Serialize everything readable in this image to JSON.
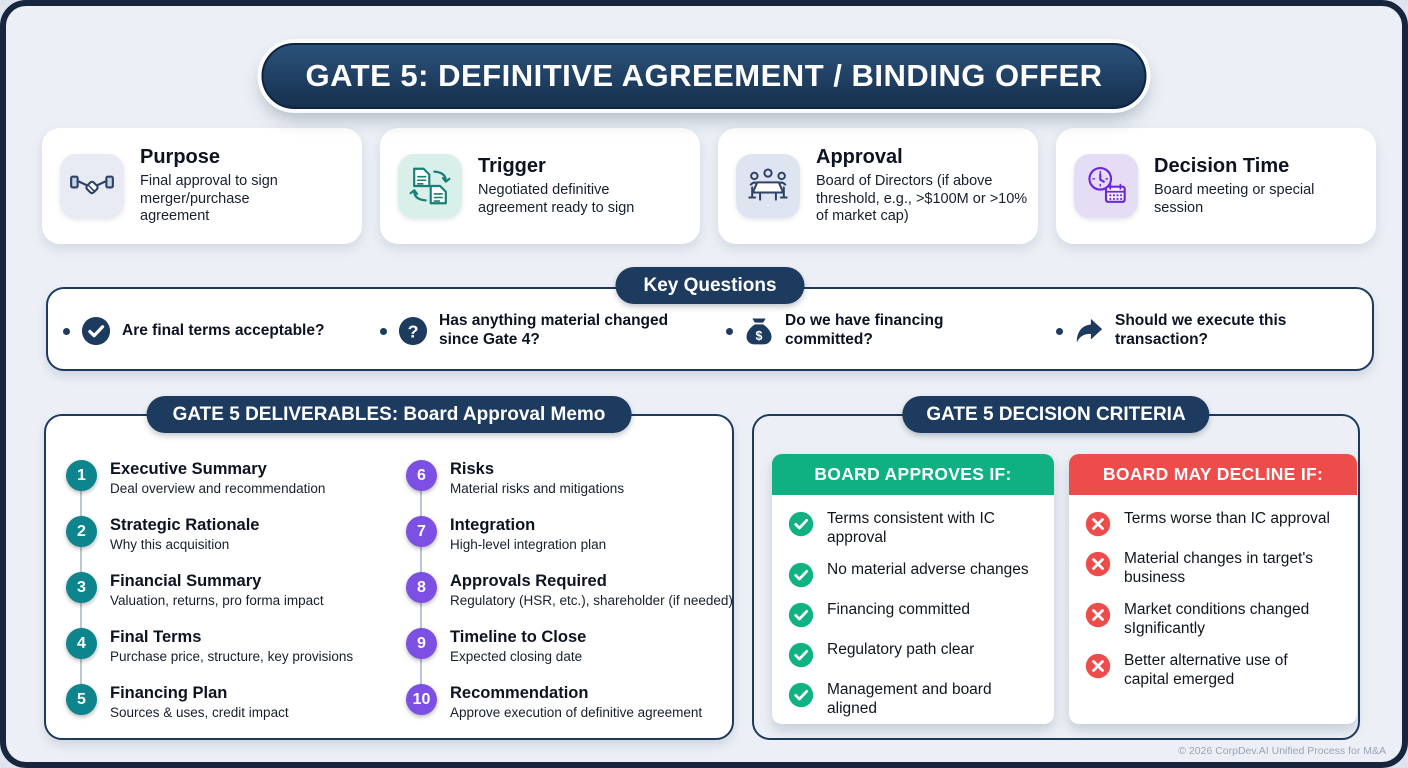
{
  "title": "GATE 5: DEFINITIVE AGREEMENT / BINDING OFFER",
  "info_cards": [
    {
      "title": "Purpose",
      "description": "Final approval to sign merger/purchase agreement",
      "icon": "handshake-icon"
    },
    {
      "title": "Trigger",
      "description": "Negotiated definitive agreement ready to sign",
      "icon": "document-exchange-icon"
    },
    {
      "title": "Approval",
      "description": "Board of Directors (if above threshold, e.g., >$100M or >10% of market cap)",
      "icon": "board-meeting-icon"
    },
    {
      "title": "Decision Time",
      "description": "Board meeting or special session",
      "icon": "clock-calendar-icon"
    }
  ],
  "key_questions": {
    "header": "Key Questions",
    "items": [
      {
        "icon": "check-circle-icon",
        "text": "Are final terms acceptable?"
      },
      {
        "icon": "question-circle-icon",
        "text": "Has anything material changed since Gate 4?"
      },
      {
        "icon": "money-bag-icon",
        "text": "Do we have financing committed?"
      },
      {
        "icon": "forward-arrow-icon",
        "text": "Should we execute this transaction?"
      }
    ]
  },
  "deliverables": {
    "header": "GATE 5 DELIVERABLES: Board Approval Memo",
    "items": [
      {
        "number": "1",
        "title": "Executive Summary",
        "description": "Deal overview and recommendation"
      },
      {
        "number": "2",
        "title": "Strategic Rationale",
        "description": "Why this acquisition"
      },
      {
        "number": "3",
        "title": "Financial Summary",
        "description": "Valuation, returns, pro forma impact"
      },
      {
        "number": "4",
        "title": "Final Terms",
        "description": "Purchase price, structure, key provisions"
      },
      {
        "number": "5",
        "title": "Financing Plan",
        "description": "Sources & uses, credit impact"
      },
      {
        "number": "6",
        "title": "Risks",
        "description": "Material risks and mitigations"
      },
      {
        "number": "7",
        "title": "Integration",
        "description": "High-level integration plan"
      },
      {
        "number": "8",
        "title": "Approvals Required",
        "description": "Regulatory (HSR, etc.), shareholder (if needed)"
      },
      {
        "number": "9",
        "title": "Timeline to Close",
        "description": "Expected closing date"
      },
      {
        "number": "10",
        "title": "Recommendation",
        "description": "Approve execution of definitive agreement"
      }
    ]
  },
  "decision_criteria": {
    "header": "GATE 5 DECISION CRITERIA",
    "approve": {
      "header": "BOARD APPROVES IF:",
      "items": [
        "Terms consistent with IC approval",
        "No material adverse changes",
        "Financing committed",
        "Regulatory path clear",
        "Management and board aligned"
      ]
    },
    "decline": {
      "header": "BOARD MAY DECLINE IF:",
      "items": [
        "Terms worse than IC approval",
        "Material changes in target's business",
        "Market conditions changed sIgnificantly",
        "Better alternative use of capital emerged"
      ]
    }
  },
  "footer": "© 2026 CorpDev.AI Unified Process for M&A",
  "colors": {
    "navy": "#1d3a5f",
    "teal": "#0e858d",
    "purple": "#7b50e2",
    "green": "#0fb183",
    "red": "#ee4b4b",
    "background": "#ecf0f6"
  }
}
